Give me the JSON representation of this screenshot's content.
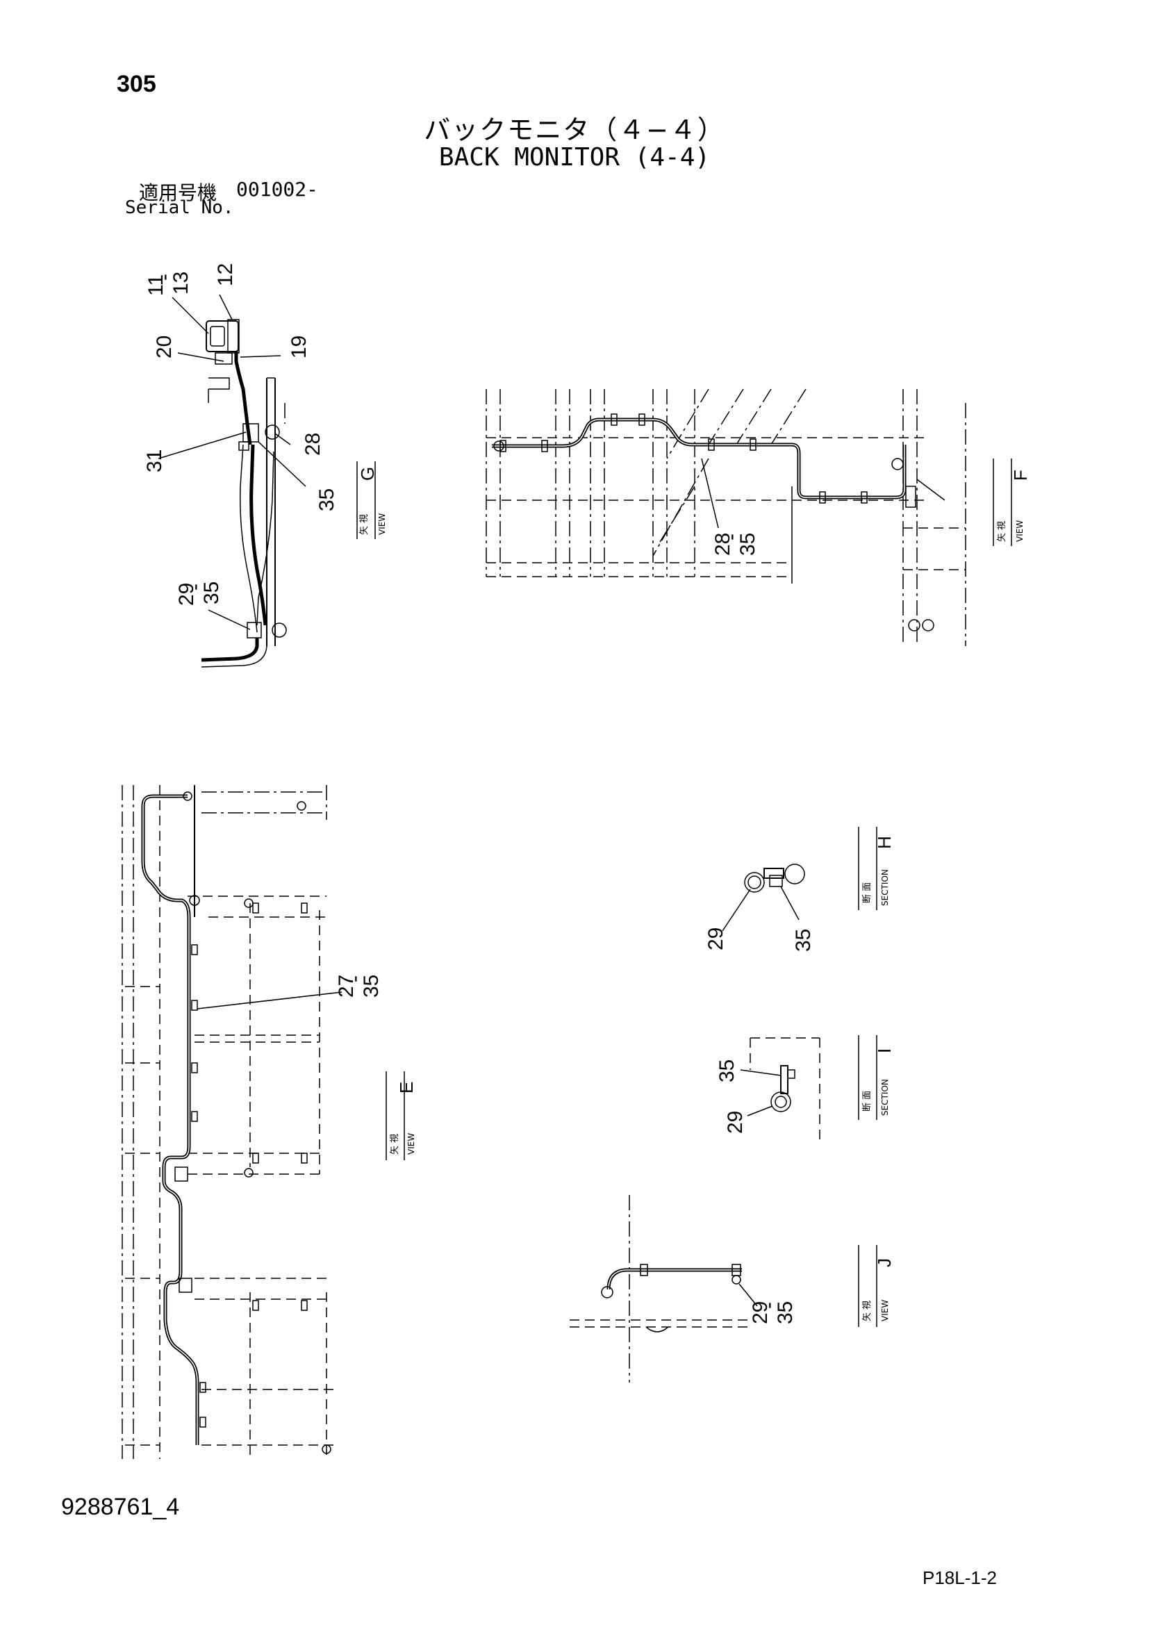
{
  "header": {
    "page_number": "305",
    "title_jp": "バックモニタ（４−４）",
    "title_en": "BACK MONITOR (4-4)",
    "serial_label_jp": "適用号機",
    "serial_value": "001002-",
    "serial_label_en": "Serial No."
  },
  "footer": {
    "drawing_number": "9288761_4",
    "page_code": "P18L-1-2"
  },
  "views": {
    "view_g": {
      "jp": "矢 視",
      "en": "VIEW",
      "letter": "G",
      "callouts": [
        "11",
        "-",
        "13",
        "12",
        "20",
        "19",
        "31",
        "28",
        "35",
        "29",
        "-",
        "35"
      ]
    },
    "view_f": {
      "jp": "矢 視",
      "en": "VIEW",
      "letter": "F",
      "callouts": [
        "28",
        "-",
        "35"
      ]
    },
    "view_e": {
      "jp": "矢 視",
      "en": "VIEW",
      "letter": "E",
      "callouts": [
        "27",
        "-",
        "35"
      ]
    },
    "section_h": {
      "jp": "断 面",
      "en": "SECTION",
      "letter": "H",
      "callouts": [
        "29",
        "35"
      ]
    },
    "section_i": {
      "jp": "断 面",
      "en": "SECTION",
      "letter": "I",
      "callouts": [
        "35",
        "29"
      ]
    },
    "view_j": {
      "jp": "矢 視",
      "en": "VIEW",
      "letter": "J",
      "callouts": [
        "29",
        "-",
        "35"
      ]
    }
  }
}
